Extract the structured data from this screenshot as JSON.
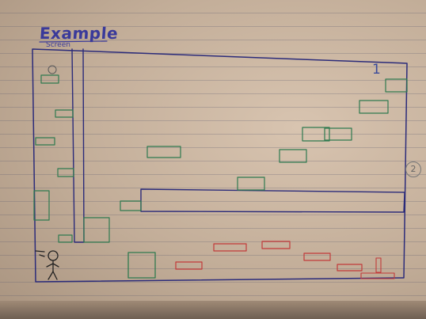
{
  "sketch": {
    "title": "Example",
    "subtitle": "Screen",
    "level_label": "1",
    "page_number": "2"
  },
  "colors": {
    "pencil": "#3a3a9a",
    "platform": "#2f7a4f",
    "hazard": "#c23a3a",
    "hud": "#2f7a4f"
  },
  "icons": [
    "coin-icon",
    "stick-figure-player-icon",
    "lever-icon"
  ]
}
